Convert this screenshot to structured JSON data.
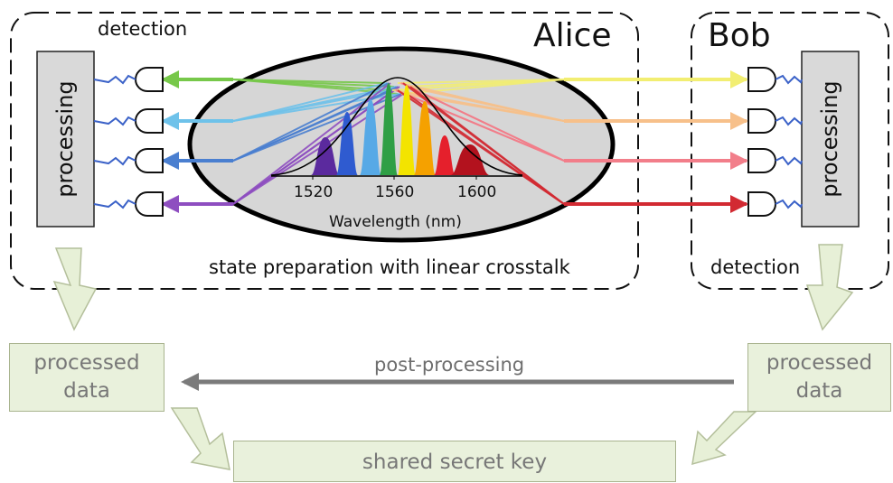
{
  "alice": {
    "title": "Alice",
    "detection_label": "detection",
    "processing_label": "processing",
    "caption": "state preparation with linear crosstalk"
  },
  "bob": {
    "title": "Bob",
    "detection_label": "detection",
    "processing_label": "processing"
  },
  "spectrum": {
    "x_ticks": [
      "1520",
      "1560",
      "1600"
    ],
    "x_label": "Wavelength (nm)"
  },
  "bottom": {
    "alice_processed": "processed data",
    "bob_processed": "processed data",
    "post_processing": "post-processing",
    "shared_key": "shared secret key"
  },
  "colors": {
    "alice_channels": [
      "#77c84a",
      "#6ec2ea",
      "#4a7fd0",
      "#8e4ec0"
    ],
    "bob_channels": [
      "#f2ee72",
      "#f7c08a",
      "#f27e8a",
      "#d22a32"
    ],
    "peaks": [
      "#5b2a9e",
      "#2f5bd0",
      "#57a9e6",
      "#2f9f45",
      "#f3e400",
      "#f5a100",
      "#e5202c",
      "#b3121e"
    ],
    "box_fill": "#e9f1dc",
    "arrow_fill": "#e7f0d7",
    "arrow_grey": "#7b7b7b"
  }
}
